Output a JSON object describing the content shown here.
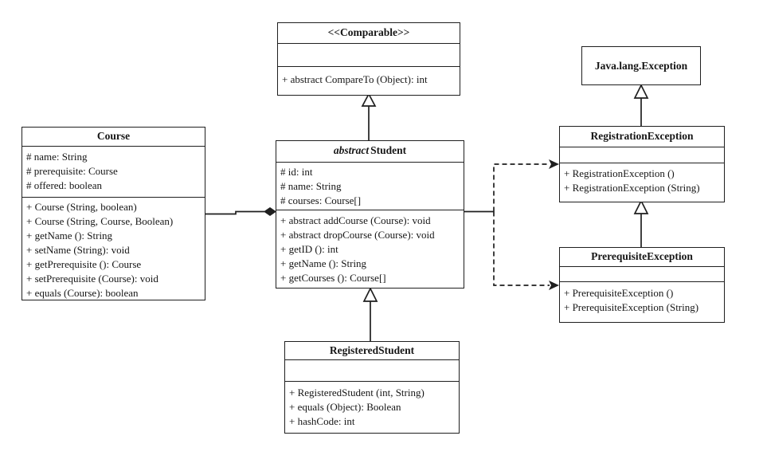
{
  "diagram": {
    "colors": {
      "line": "#1f1f1f",
      "background": "#ffffff",
      "text": "#161616"
    },
    "classes": {
      "comparable": {
        "title": "<<Comparable>>",
        "methods": [
          "+ abstract CompareTo (Object): int"
        ]
      },
      "java_lang_exception": {
        "title": "Java.lang.Exception"
      },
      "course": {
        "title": "Course",
        "attributes": [
          "# name: String",
          "# prerequisite: Course",
          "# offered: boolean"
        ],
        "methods": [
          "+ Course (String, boolean)",
          "+ Course (String, Course, Boolean)",
          "+ getName (): String",
          "+ setName (String): void",
          "+ getPrerequisite (): Course",
          "+ setPrerequisite (Course): void",
          "+ equals (Course): boolean"
        ]
      },
      "student": {
        "title_modifier": "abstract",
        "title": "Student",
        "attributes": [
          "# id: int",
          "# name: String",
          "# courses: Course[]"
        ],
        "methods": [
          "+ abstract addCourse (Course): void",
          "+ abstract dropCourse (Course): void",
          "+ getID (): int",
          "+ getName (): String",
          "+ getCourses (): Course[]"
        ]
      },
      "registration_exception": {
        "title": "RegistrationException",
        "methods": [
          "+ RegistrationException ()",
          "+ RegistrationException (String)"
        ]
      },
      "prerequisite_exception": {
        "title": "PrerequisiteException",
        "methods": [
          "+ PrerequisiteException ()",
          "+ PrerequisiteException (String)"
        ]
      },
      "registered_student": {
        "title": "RegisteredStudent",
        "methods": [
          "+ RegisteredStudent (int, String)",
          "+ equals (Object): Boolean",
          "+ hashCode: int"
        ]
      }
    }
  }
}
